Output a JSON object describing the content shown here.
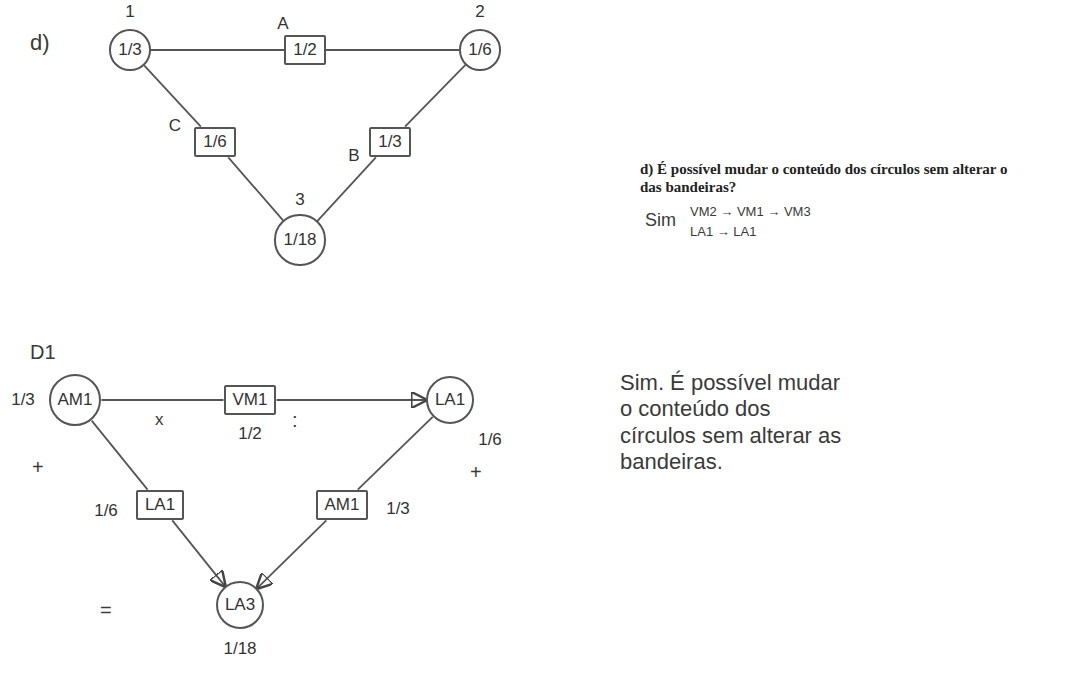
{
  "diagram": {
    "nodes": [
      {
        "text": [
          "1",
          "1/3"
        ]
      },
      {
        "text": [
          "A",
          "1/2"
        ]
      },
      {
        "text": [
          "2",
          "1/6"
        ]
      },
      {
        "text": [
          "B",
          "1/3"
        ]
      },
      {
        "text": [
          "3",
          "1/18"
        ]
      },
      {
        "text": [
          "C",
          "1/6"
        ]
      },
      {
        "text": [
          "AM1",
          "1/3"
        ]
      },
      {
        "text": [
          "VM1",
          "1/2"
        ]
      },
      {
        "text": [
          "LA1",
          "1/6"
        ]
      },
      {
        "text": [
          "AM1",
          "1/3"
        ]
      },
      {
        "text": [
          "LA3",
          "1/18"
        ]
      },
      {
        "text": [
          "LA1",
          "1/6"
        ]
      }
    ],
    "edges": [
      {
        "from": 0,
        "to": 1,
        "arrow": "none"
      },
      {
        "from": 1,
        "to": 2,
        "arrow": "none"
      },
      {
        "from": 2,
        "to": 3,
        "arrow": "none"
      },
      {
        "from": 3,
        "to": 4,
        "arrow": "none"
      },
      {
        "from": 0,
        "to": 5,
        "arrow": "none"
      },
      {
        "from": 5,
        "to": 4,
        "arrow": "none"
      },
      {
        "from": 6,
        "to": 7,
        "arrow": "none"
      },
      {
        "from": 7,
        "to": 8,
        "arrow": "to"
      },
      {
        "from": 8,
        "to": 9,
        "arrow": "none"
      },
      {
        "from": 9,
        "to": 10,
        "arrow": "to"
      },
      {
        "from": 6,
        "to": 11,
        "arrow": "none"
      },
      {
        "from": 11,
        "to": 10,
        "arrow": "to"
      }
    ],
    "labels": [
      "d)",
      "d) É possível mudar o conteúdo dos círculos sem alterar o das bandeiras?",
      "Sim",
      "VM2 → VM1 → VM3",
      "LA1 → LA1",
      "D1",
      "x",
      ":",
      "+",
      "+",
      "=",
      "Sim. É possível mudar o conteúdo dos círculos sem alterar as bandeiras."
    ]
  }
}
